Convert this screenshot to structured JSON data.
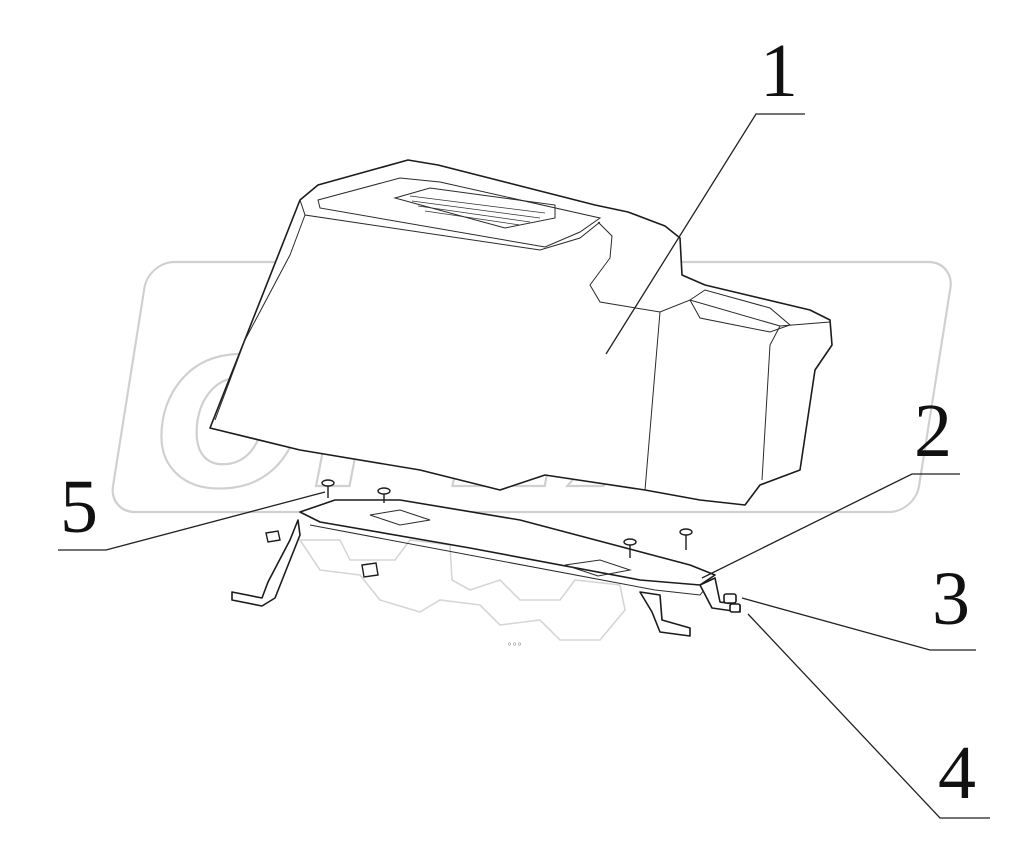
{
  "watermark": {
    "text": "OPEX",
    "color": "#d0d0d0"
  },
  "callouts": [
    {
      "id": "1",
      "label": "1"
    },
    {
      "id": "2",
      "label": "2"
    },
    {
      "id": "3",
      "label": "3"
    },
    {
      "id": "4",
      "label": "4"
    },
    {
      "id": "5",
      "label": "5"
    }
  ],
  "small_mark": "°°°"
}
